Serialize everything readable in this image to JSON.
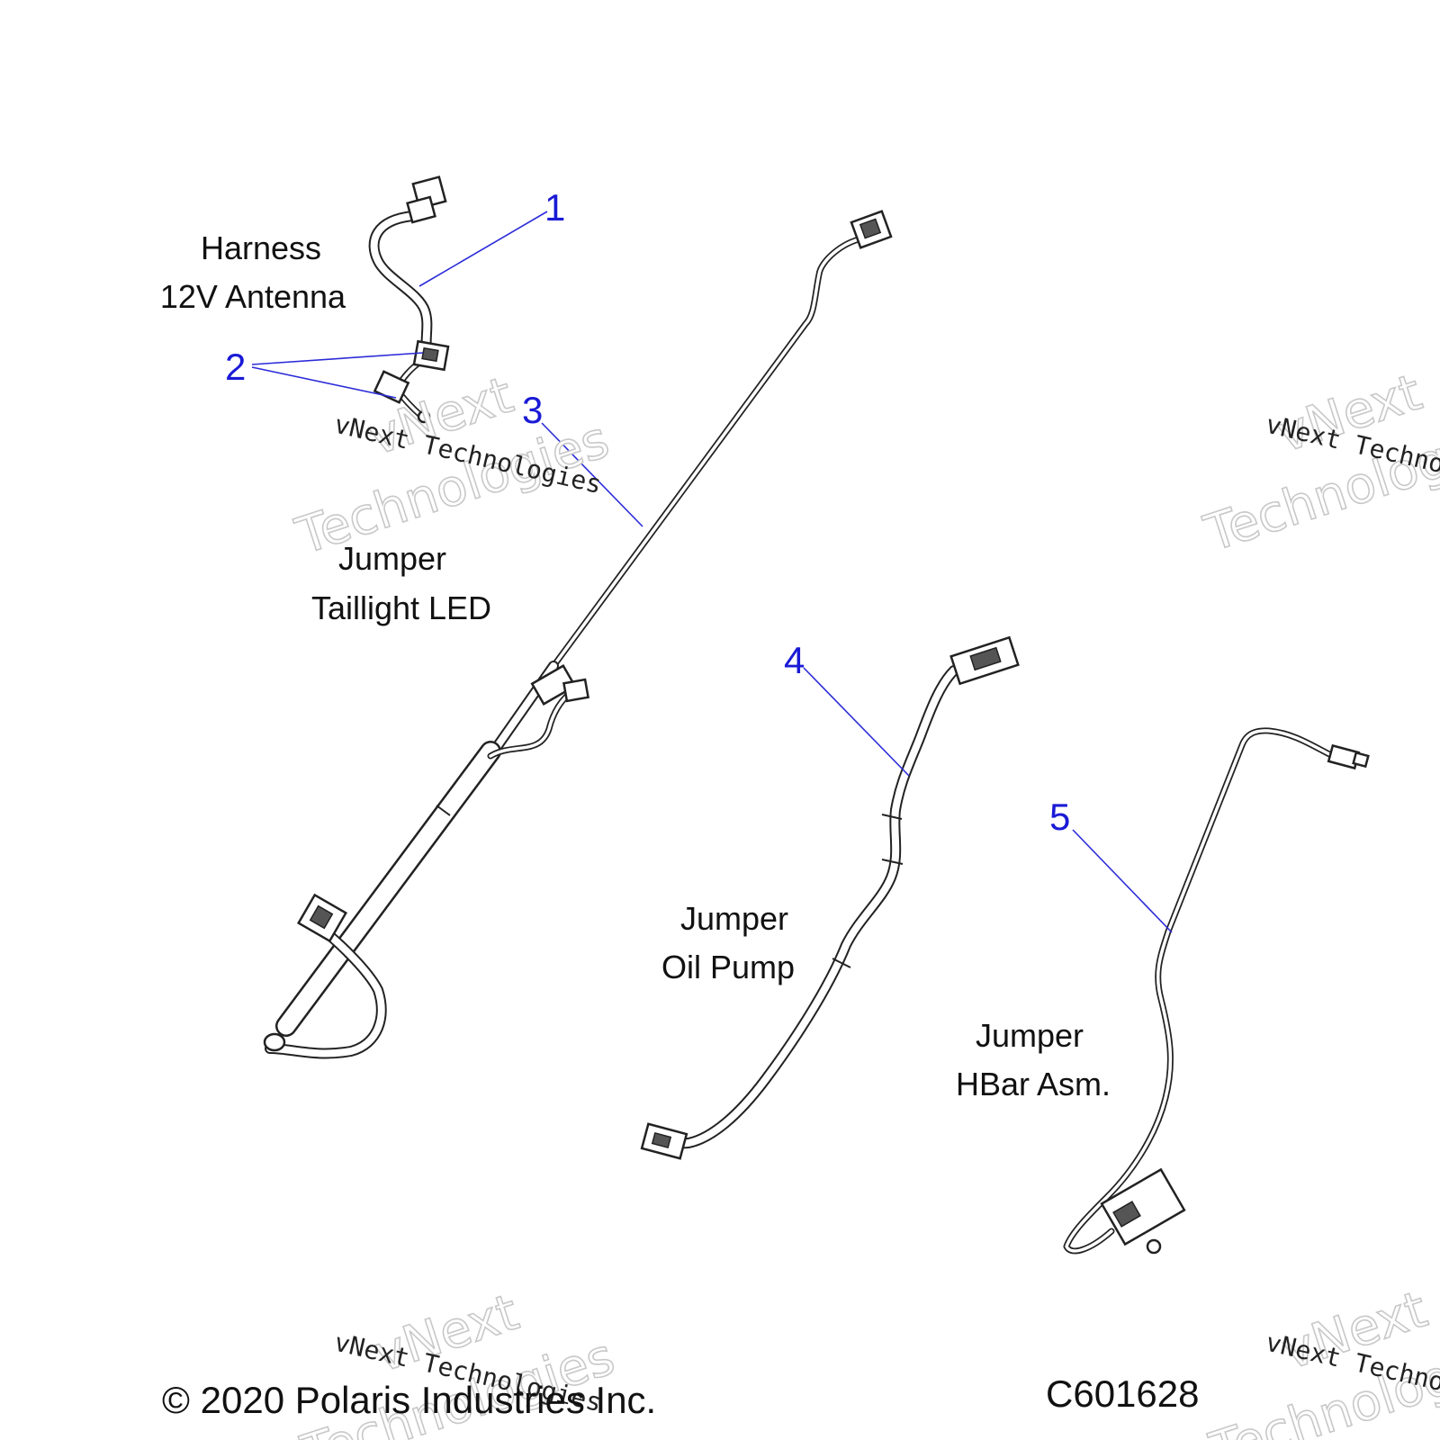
{
  "parts": [
    {
      "callout": "1",
      "line1": "Harness",
      "line2": "12V Antenna"
    },
    {
      "callout": "2"
    },
    {
      "callout": "3",
      "line1": "Jumper",
      "line2": "Taillight LED"
    },
    {
      "callout": "4",
      "line1": "Jumper",
      "line2": "Oil Pump"
    },
    {
      "callout": "5",
      "line1": "Jumper",
      "line2": "HBar Asm."
    }
  ],
  "watermark": {
    "brand_top": "vNext",
    "brand_bottom": "Technologies",
    "small": "vNext Technologies"
  },
  "footer": {
    "copyright": "© 2020 Polaris Industries Inc.",
    "drawing_number": "C601628"
  }
}
